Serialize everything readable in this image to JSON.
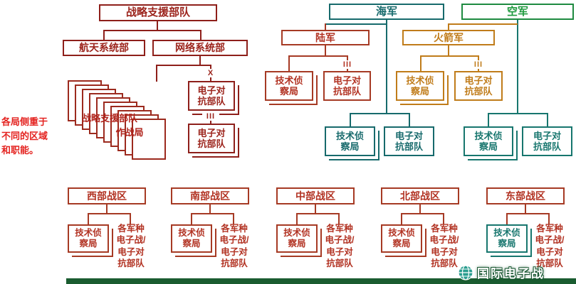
{
  "annotation": {
    "text": "各局侧重于\n不同的区域\n和职能。"
  },
  "ssf": {
    "title": "战略支援部队",
    "space_dept": "航天系统部",
    "network_dept": "网络系统部",
    "ops_bureau_line1": "战略支援部队",
    "ops_bureau_line2": "作战局",
    "ecm_brigade_marker": "X",
    "ecm_brigade": "电子对\n抗部队",
    "ecm_regiment_marker": "III",
    "ecm_regiment": "电子对\n抗部队"
  },
  "army": {
    "title": "陆军",
    "marker": "III",
    "tech": "技术侦\n察局",
    "ecm": "电子对\n抗部队"
  },
  "navy": {
    "title": "海军",
    "tech": "技术侦\n察局",
    "ecm": "电子对\n抗部队"
  },
  "air": {
    "title": "空军",
    "tech": "技术侦\n察局",
    "ecm": "电子对\n抗部队"
  },
  "rocket": {
    "title": "火箭军",
    "marker": "III",
    "tech": "技术侦\n察局",
    "ecm": "电子对\n抗部队"
  },
  "theaters": [
    {
      "title": "西部战区",
      "tech": "技术侦\n察局",
      "ecm": "各军种\n电子战/\n电子对\n抗部队"
    },
    {
      "title": "南部战区",
      "tech": "技术侦\n察局",
      "ecm": "各军种\n电子战/\n电子对\n抗部队"
    },
    {
      "title": "中部战区",
      "tech": "技术侦\n察局",
      "ecm": "各军种\n电子战/\n电子对\n抗部队"
    },
    {
      "title": "北部战区",
      "tech": "技术侦\n察局",
      "ecm": "各军种\n电子战/\n电子对\n抗部队"
    },
    {
      "title": "东部战区",
      "tech": "技术侦\n察局",
      "ecm": "各军种\n电子战/\n电子对\n抗部队"
    }
  ],
  "watermark": {
    "text": "国际电子战"
  },
  "colors": {
    "ssf_dark_red": "#8e1f1a",
    "service_red": "#a63a24",
    "navy_teal": "#176a6c",
    "air_green": "#1e8a40",
    "branch_teal": "#17766e",
    "rocket_orange": "#c07c1a",
    "annotation_red": "#e42320",
    "footer_green": "#1a5c30"
  }
}
